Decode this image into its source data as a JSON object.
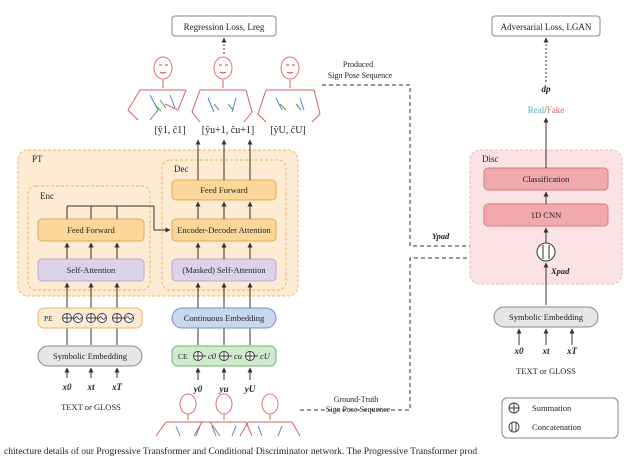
{
  "pt": {
    "title": "PT",
    "enc_title": "Enc",
    "dec_title": "Dec",
    "enc_feed_forward": "Feed Forward",
    "enc_self_attention": "Self-Attention",
    "dec_feed_forward": "Feed Forward",
    "dec_cross_attention": "Encoder-Decoder Attention",
    "dec_self_attention": "(Masked) Self-Attention",
    "pe_label": "PE",
    "ce_label": "CE",
    "symbolic_embedding": "Symbolic Embedding",
    "continuous_embedding": "Continuous Embedding",
    "text_inputs": [
      "x0",
      "xt",
      "xT"
    ],
    "pose_inputs": [
      "y0",
      "yu",
      "yU"
    ],
    "counters": [
      "c0",
      "cu",
      "cU"
    ],
    "outputs": [
      "[ŷ1, ĉ1]",
      "[ŷu+1, ĉu+1]",
      "[ŷU, ĉU]"
    ],
    "text_source": "TEXT or GLOSS"
  },
  "top": {
    "regression_loss": "Regression Loss, Lreg",
    "adversarial_loss": "Adversarial Loss, LGAN",
    "produced_line1": "Produced",
    "produced_line2": "Sign Pose Sequence",
    "ground_truth_line1": "Ground-Truth",
    "ground_truth_line2": "Sign Pose Sequence"
  },
  "disc": {
    "title": "Disc",
    "classification": "Classification",
    "cnn": "1D CNN",
    "real": "Real",
    "slash": "/",
    "fake": "Fake",
    "dp": "dp",
    "y_pad": "Ypad",
    "x_pad": "Xpad",
    "symbolic_embedding": "Symbolic Embedding",
    "text_inputs": [
      "x0",
      "xt",
      "xT"
    ],
    "text_source": "TEXT or GLOSS"
  },
  "legend": {
    "summation": "Summation",
    "concatenation": "Concatenation"
  },
  "caption": "chitecture details of our Progressive Transformer and Conditional Discriminator network. The Progressive Transformer prod",
  "colors": {
    "pt_fill": "#fdebd3",
    "pt_border": "#f0b460",
    "block_orange": "#fbd89a",
    "block_purple": "#dcd3ea",
    "block_blue": "#c9d8ef",
    "block_green": "#cfe9cf",
    "disc_fill": "#fbe3e5",
    "disc_border": "#eeb5ba",
    "disc_block": "#f2a9ae",
    "real": "#5aa8b0",
    "fake": "#e06666",
    "ground_truth": "#5aa69a",
    "produced": "#d0625f"
  }
}
